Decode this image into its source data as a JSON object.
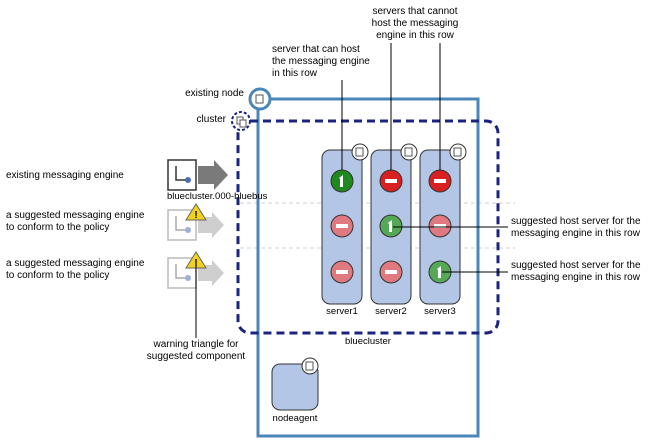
{
  "callouts": {
    "existing_node": "existing node",
    "cluster": "cluster",
    "existing_engine": "existing messaging engine",
    "suggested_engine_1": [
      "a suggested messaging engine",
      "to conform to the policy"
    ],
    "suggested_engine_2": [
      "a suggested messaging engine",
      "to conform to the policy"
    ],
    "can_host": [
      "server that can host",
      "the messaging engine",
      "in this row"
    ],
    "cannot_host": [
      "servers that cannot",
      "host the messaging",
      "engine in this row"
    ],
    "suggested_host_1": [
      "suggested host server for the",
      "messaging engine in this row"
    ],
    "suggested_host_2": [
      "suggested host server for the",
      "messaging engine in this row"
    ],
    "warning": [
      "warning triangle for",
      "suggested component"
    ]
  },
  "labels": {
    "engine_name": "bluecluster.000-bluebus",
    "cluster_name": "bluecluster",
    "nodeagent": "nodeagent",
    "servers": [
      "server1",
      "server2",
      "server3"
    ]
  },
  "grid": {
    "rows": [
      [
        "can-host",
        "cannot-host",
        "cannot-host"
      ],
      [
        "cannot-host-suggested",
        "suggested-host",
        "cannot-host-suggested"
      ],
      [
        "cannot-host-suggested",
        "cannot-host-suggested",
        "suggested-host"
      ]
    ]
  },
  "colors": {
    "node_border": "#4a86b8",
    "cluster_border": "#1a237e",
    "server_fill": "#b3c6e6",
    "can_host": "#1e8a1e",
    "cannot_host": "#d92020",
    "suggested_host": "#55a855",
    "cannot_host_suggested": "#e07a80",
    "arrow": "#7a7a7a",
    "warning": "#f2d21b"
  }
}
